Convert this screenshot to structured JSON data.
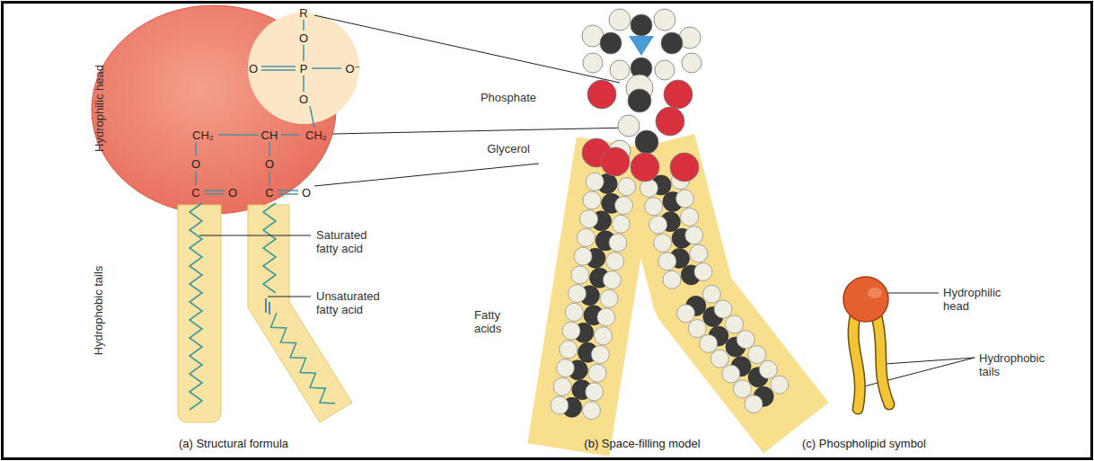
{
  "diagram": {
    "labels": [
      "Hydrophilic head",
      "Hydrophobic tails",
      "R",
      "O",
      "O",
      "P",
      "O⁻",
      "O",
      "CH₂",
      "CH",
      "CH₂",
      "O",
      "O",
      "C",
      "O",
      "C",
      "O",
      "Phosphate",
      "Glycerol",
      "Saturated fatty acid",
      "Unsaturated fatty acid",
      "Fatty acids",
      "Hydrophilic head",
      "Hydrophobic tails",
      "(a) Structural formula",
      "(b) Space-filling model",
      "(c) Phospholipid symbol"
    ]
  }
}
